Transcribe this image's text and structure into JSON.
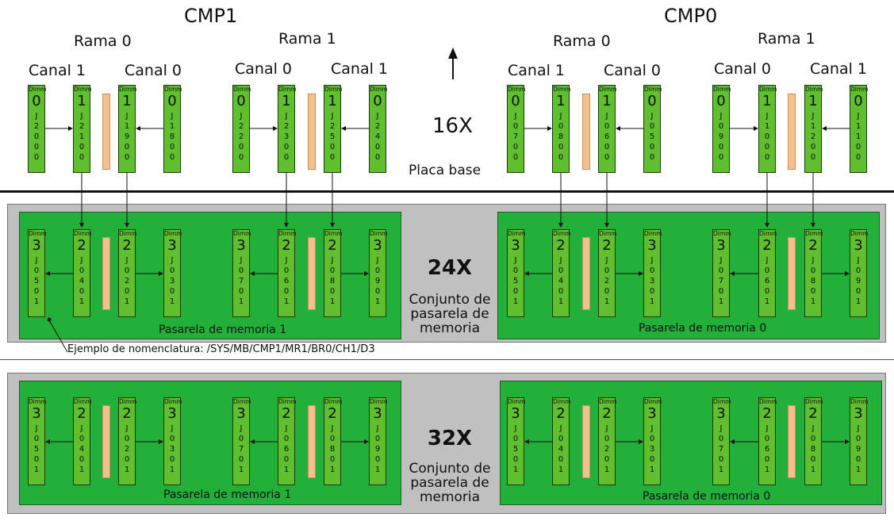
{
  "cmp1": "CMP1",
  "cmp0": "CMP0",
  "rama0": "Rama 0",
  "rama1": "Rama 1",
  "canal0": "Canal 0",
  "canal1": "Canal 1",
  "dimm_header": "Dimm",
  "x16": "16X",
  "placa_base": "Placa base",
  "x24": "24X",
  "x32": "32X",
  "conjunto": "Conjunto de pasarela de memoria",
  "conjunto_lines": [
    "Conjunto de",
    "pasarela de",
    "memoria"
  ],
  "pasarela1": "Pasarela de memoria 1",
  "pasarela0": "Pasarela de memoria 0",
  "ejemplo": "Ejemplo de nomenclatura: /SYS/MB/CMP1/MR1/BR0/CH1/D3",
  "top_dimms": [
    {
      "n": "0",
      "code": [
        "J",
        "2",
        "0",
        "0",
        "0"
      ]
    },
    {
      "n": "1",
      "code": [
        "J",
        "2",
        "1",
        "0",
        "0"
      ]
    },
    {
      "n": "1",
      "code": [
        "J",
        "1",
        "9",
        "0",
        "0"
      ]
    },
    {
      "n": "0",
      "code": [
        "J",
        "1",
        "8",
        "0",
        "0"
      ]
    },
    {
      "n": "0",
      "code": [
        "J",
        "2",
        "2",
        "0",
        "0"
      ]
    },
    {
      "n": "1",
      "code": [
        "J",
        "2",
        "3",
        "0",
        "0"
      ]
    },
    {
      "n": "1",
      "code": [
        "J",
        "2",
        "5",
        "0",
        "0"
      ]
    },
    {
      "n": "0",
      "code": [
        "J",
        "2",
        "4",
        "0",
        "0"
      ]
    },
    {
      "n": "0",
      "code": [
        "J",
        "0",
        "7",
        "0",
        "0"
      ]
    },
    {
      "n": "1",
      "code": [
        "J",
        "0",
        "8",
        "0",
        "0"
      ]
    },
    {
      "n": "1",
      "code": [
        "J",
        "0",
        "6",
        "0",
        "0"
      ]
    },
    {
      "n": "0",
      "code": [
        "J",
        "0",
        "5",
        "0",
        "0"
      ]
    },
    {
      "n": "0",
      "code": [
        "J",
        "0",
        "9",
        "0",
        "0"
      ]
    },
    {
      "n": "1",
      "code": [
        "J",
        "1",
        "0",
        "0",
        "0"
      ]
    },
    {
      "n": "1",
      "code": [
        "J",
        "1",
        "2",
        "0",
        "0"
      ]
    },
    {
      "n": "0",
      "code": [
        "J",
        "1",
        "1",
        "0",
        "0"
      ]
    }
  ],
  "mezz_dimms": [
    {
      "n": "3",
      "code": [
        "J",
        "0",
        "5",
        "0",
        "1"
      ]
    },
    {
      "n": "2",
      "code": [
        "J",
        "0",
        "4",
        "0",
        "1"
      ]
    },
    {
      "n": "2",
      "code": [
        "J",
        "0",
        "2",
        "0",
        "1"
      ]
    },
    {
      "n": "3",
      "code": [
        "J",
        "0",
        "3",
        "0",
        "1"
      ]
    },
    {
      "n": "3",
      "code": [
        "J",
        "0",
        "7",
        "0",
        "1"
      ]
    },
    {
      "n": "2",
      "code": [
        "J",
        "0",
        "6",
        "0",
        "1"
      ]
    },
    {
      "n": "2",
      "code": [
        "J",
        "0",
        "8",
        "0",
        "1"
      ]
    },
    {
      "n": "3",
      "code": [
        "J",
        "0",
        "9",
        "0",
        "1"
      ]
    }
  ]
}
